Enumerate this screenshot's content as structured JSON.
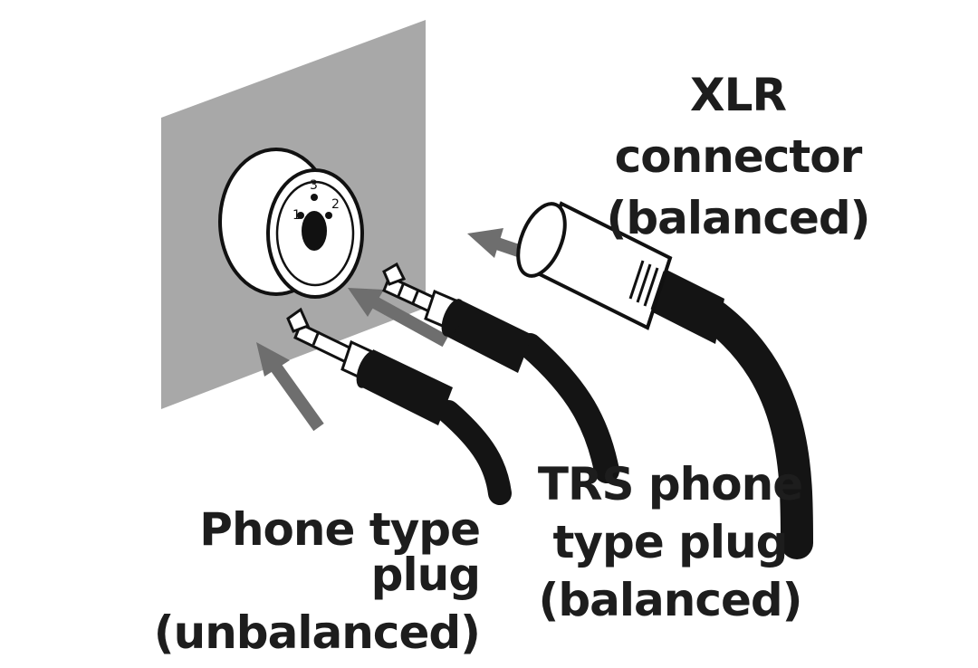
{
  "pin_numbers": [
    "1",
    "2",
    "3"
  ],
  "labels": {
    "xlr": [
      "XLR",
      "connector",
      "(balanced)"
    ],
    "trs": [
      "TRS phone",
      "type plug",
      "(balanced)"
    ],
    "phone": [
      "Phone type plug",
      "(unbalanced)"
    ]
  },
  "colors": {
    "panel": "#a8a8a8",
    "arrow": "#6e6e6e",
    "cable": "#141414",
    "outline": "#111111"
  }
}
